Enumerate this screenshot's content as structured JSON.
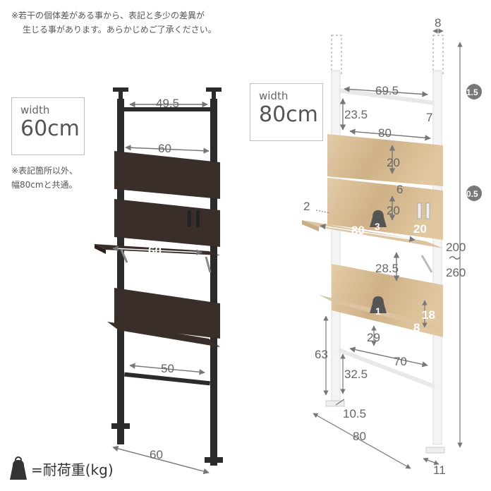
{
  "notes": {
    "top_line1": "※若干の個体差がある事から、表記と多少の差異が",
    "top_line2": "生じる事があります。あらかじめご了承ください。",
    "side_line1": "※表記箇所以外、",
    "side_line2": "幅80cmと共通。"
  },
  "left_box": {
    "label": "width",
    "value": "60cm"
  },
  "right_box": {
    "label": "width",
    "value": "80cm"
  },
  "dims_left": {
    "top_bar": "49.5",
    "top_width": "60",
    "shelf": "60",
    "bottom_bar": "50",
    "base": "60"
  },
  "dims_right": {
    "top_post": "8",
    "top_bar": "69.5",
    "top_gap": "23.5",
    "load_top": "1.5",
    "small_gap": "7",
    "board_width": "80",
    "board_h1": "20",
    "board_gap": "6",
    "board_h2": "20",
    "load_hook": "0.5",
    "shelf_lip": "2",
    "shelf_width": "80",
    "load_shelf": "3",
    "shelf_depth": "20",
    "height_min": "200",
    "height_sep": "〜",
    "height_max": "260",
    "shelf_drop": "28.5",
    "lower_h": "18",
    "lower_d": "8",
    "load_lower": "1",
    "under_gap": "29",
    "leg_height": "63",
    "bottom_bar": "70",
    "bar_height": "32.5",
    "foot_depth": "10.5",
    "base_width": "80",
    "foot_width": "11"
  },
  "legend": {
    "text": "=耐荷重(kg)"
  },
  "colors": {
    "dark_frame": "#2b2b2b",
    "dark_board": "#3a2e2a",
    "wood": "#d9bf98",
    "white_frame": "#f2f2f2"
  }
}
